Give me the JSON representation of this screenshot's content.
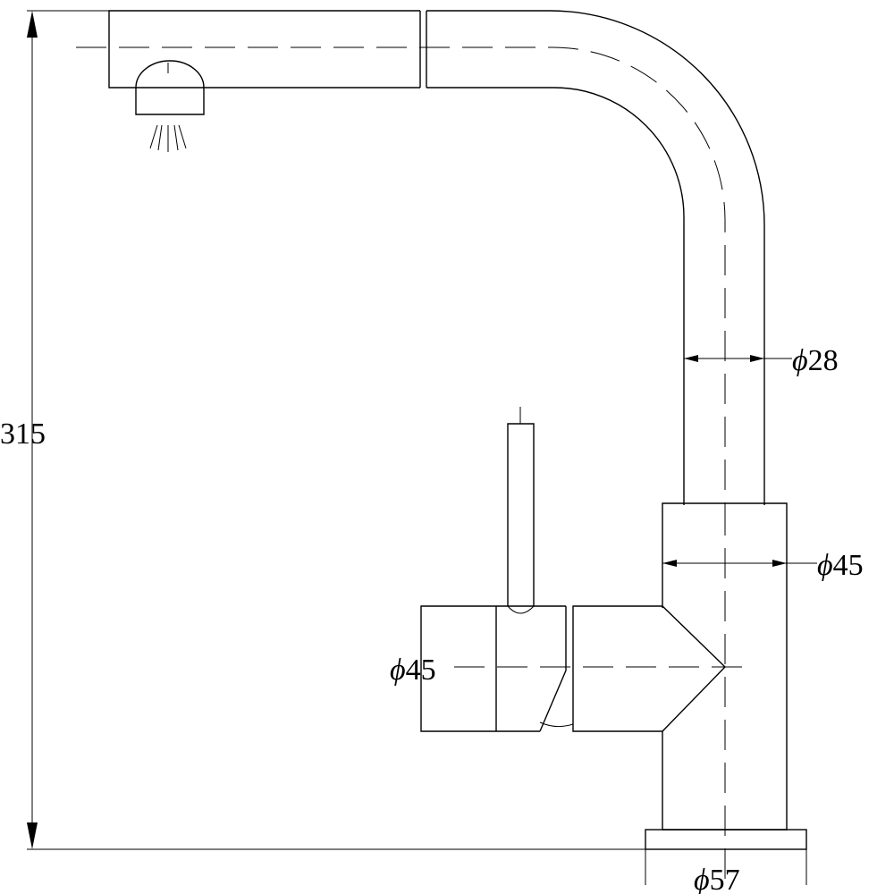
{
  "dimensions": {
    "height": {
      "value": "315"
    },
    "spout_tube": {
      "symbol": "ϕ",
      "value": "28"
    },
    "body": {
      "symbol": "ϕ",
      "value": "45"
    },
    "handle": {
      "symbol": "ϕ",
      "value": "45"
    },
    "base": {
      "symbol": "ϕ",
      "value": "57"
    }
  },
  "colors": {
    "line": "#000000",
    "background": "#ffffff"
  }
}
